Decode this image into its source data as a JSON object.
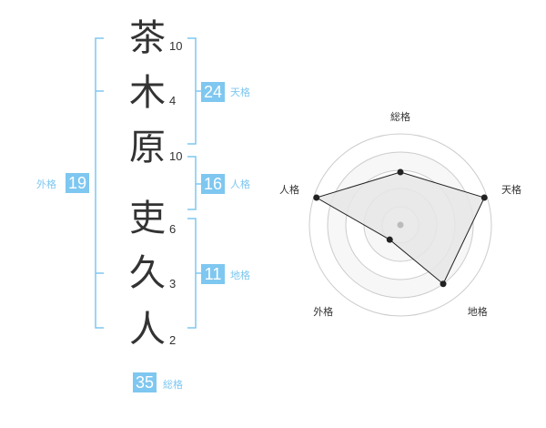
{
  "name": {
    "chars": [
      {
        "char": "茶",
        "strokes": "10"
      },
      {
        "char": "木",
        "strokes": "4"
      },
      {
        "char": "原",
        "strokes": "10"
      },
      {
        "char": "吏",
        "strokes": "6"
      },
      {
        "char": "久",
        "strokes": "3"
      },
      {
        "char": "人",
        "strokes": "2"
      }
    ]
  },
  "fortune": {
    "tenkaku": {
      "value": "24",
      "label": "天格"
    },
    "jinkaku": {
      "value": "16",
      "label": "人格"
    },
    "chikaku": {
      "value": "11",
      "label": "地格"
    },
    "gaikaku": {
      "value": "19",
      "label": "外格"
    },
    "soukaku": {
      "value": "35",
      "label": "総格"
    }
  },
  "radar": {
    "axes": [
      "総格",
      "天格",
      "地格",
      "外格",
      "人格"
    ],
    "values": [
      0.58,
      0.97,
      0.8,
      0.2,
      0.97
    ],
    "colors": {
      "fill": "#e6e6e6",
      "line": "#222222",
      "grid": "#cccccc",
      "center": "#bbbbbb"
    }
  },
  "colors": {
    "accent": "#7ec7f0",
    "text": "#333333"
  }
}
